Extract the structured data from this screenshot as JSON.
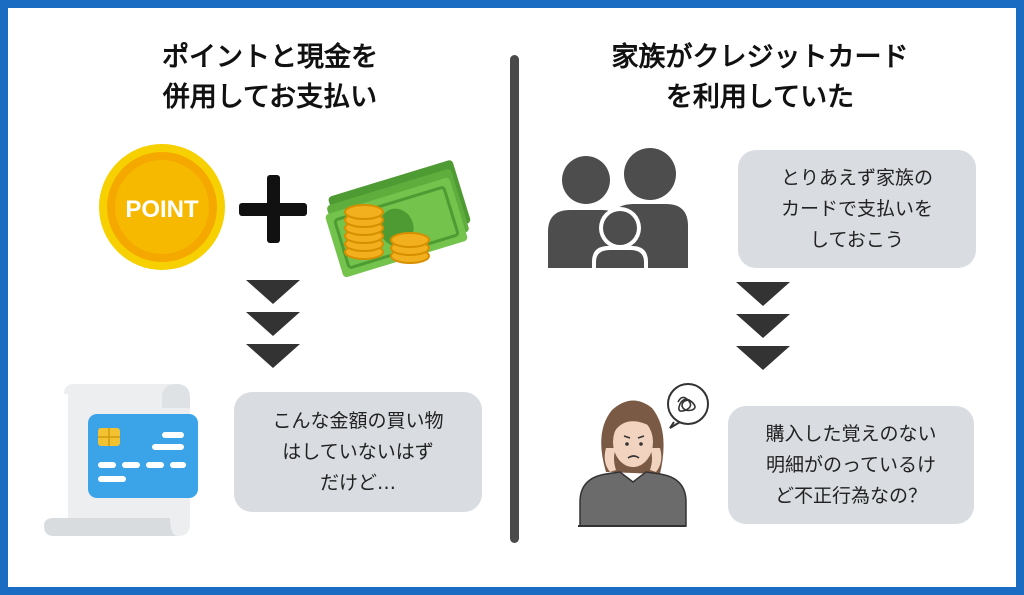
{
  "left": {
    "title_line1": "ポイントと現金を",
    "title_line2": "併用してお支払い",
    "point_coin_text": "POINT",
    "bubble_text": "こんな金額の買い物\nはしていないはず\nだけど…"
  },
  "right": {
    "title_line1": "家族がクレジットカード",
    "title_line2": "を利用していた",
    "bubble_top_text": "とりあえず家族の\nカードで支払いを\nしておこう",
    "bubble_bottom_text": "購入した覚えのない\n明細がのっているけ\nど不正行為なの？"
  },
  "colors": {
    "border": "#1a6cc2",
    "coin_gold": "#f7b500",
    "bill_green": "#6cbf4a",
    "card_blue": "#3ba3e8",
    "bubble_gray": "#d9dde1",
    "arrow_dark": "#333333",
    "divider": "#4a4a4a"
  }
}
